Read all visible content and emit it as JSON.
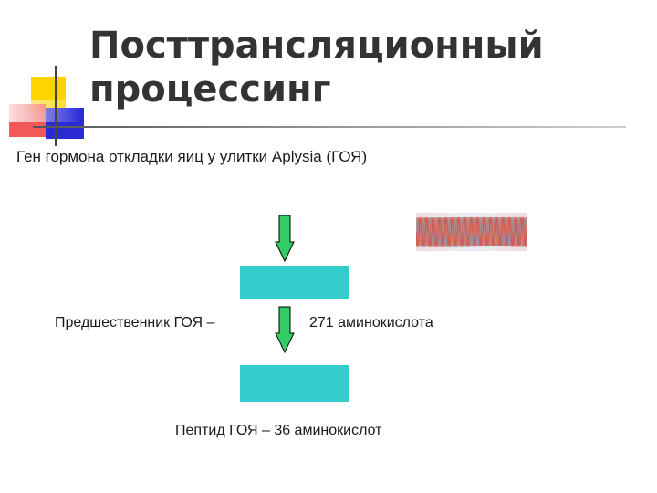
{
  "slide": {
    "title_line1": "Посттрансляционный",
    "title_line2": "процессинг",
    "subtitle": "Ген гормона откладки яиц у улитки Aplysia (ГОЯ)"
  },
  "diagram": {
    "precursor_label": "Предшественник ГОЯ –",
    "precursor_length": "271 аминокислота",
    "peptide_label": "Пептид ГОЯ – 36 аминокислот"
  },
  "colors": {
    "box": "#33cccc",
    "arrow_fill": "#33cc66",
    "arrow_stroke": "#000000",
    "title": "#333333"
  },
  "icons": {
    "arrow": "down-arrow-icon",
    "dna": "dna-strand-icon",
    "logo": "colored-squares-logo"
  }
}
